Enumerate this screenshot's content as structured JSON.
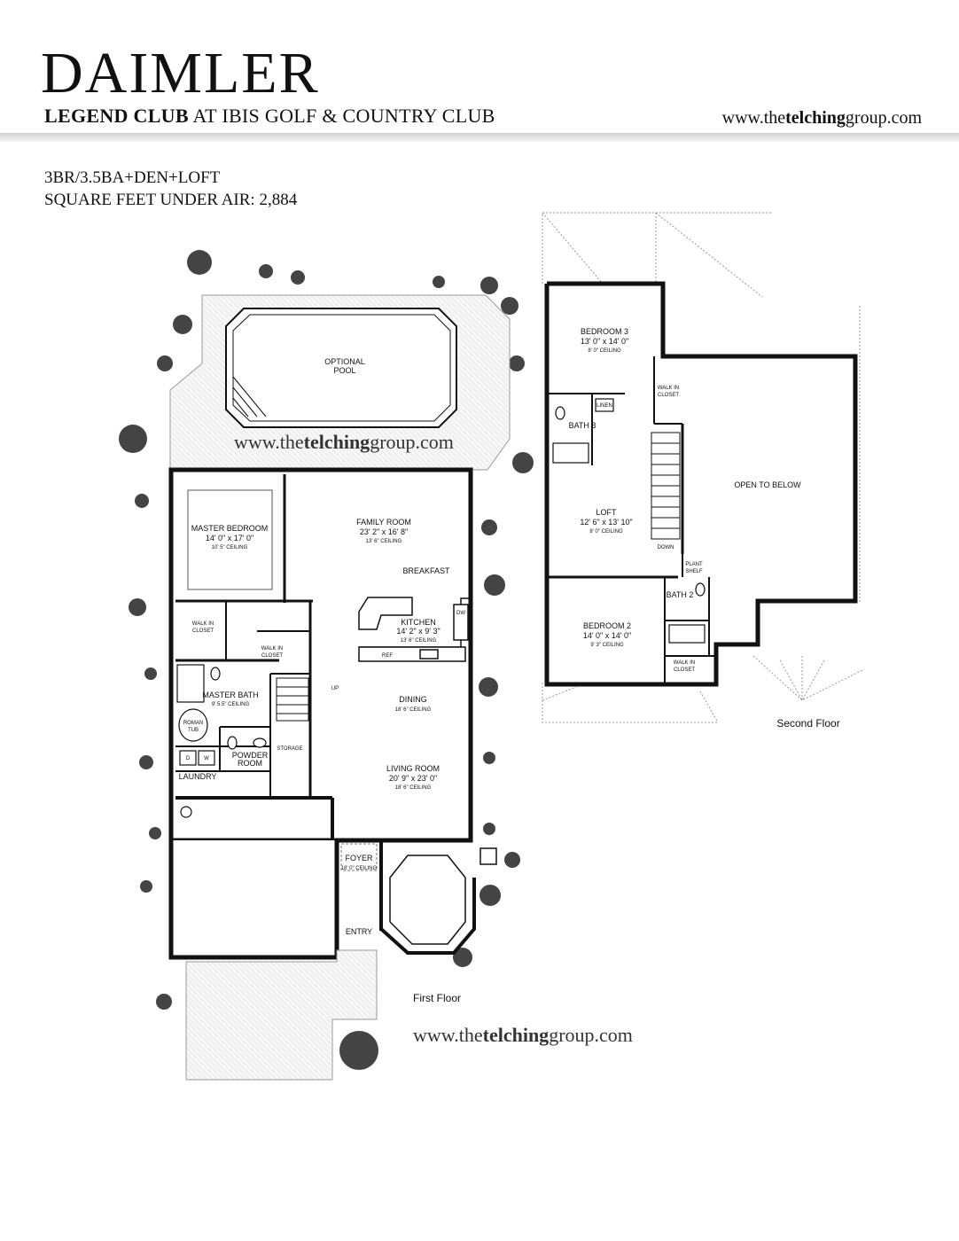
{
  "header": {
    "title": "DAIMLER",
    "subtitle_bold": "LEGEND CLUB",
    "subtitle_rest": "AT IBIS GOLF & COUNTRY CLUB",
    "site_prefix": "www.the",
    "site_bold": "telching",
    "site_suffix": "group.com"
  },
  "specs": {
    "line1": "3BR/3.5BA+DEN+LOFT",
    "line2": "SQUARE FEET UNDER AIR: 2,884"
  },
  "watermark": {
    "prefix": "www.the",
    "bold": "telching",
    "suffix": "group.com"
  },
  "first_floor": {
    "label": "First Floor",
    "pool": {
      "line1": "OPTIONAL",
      "line2": "POOL"
    },
    "family_room": {
      "name": "FAMILY ROOM",
      "dims": "23' 2\" x 16' 8\"",
      "ceiling": "13' 6\" CEILING"
    },
    "breakfast": "BREAKFAST",
    "master_bedroom": {
      "name": "MASTER BEDROOM",
      "dims": "14' 0\" x 17' 0\"",
      "ceiling": "10' 5\" CEILING"
    },
    "walkin_closet_1": {
      "line1": "WALK IN",
      "line2": "CLOSET"
    },
    "walkin_closet_2": {
      "line1": "WALK IN",
      "line2": "CLOSET"
    },
    "kitchen": {
      "name": "KITCHEN",
      "dims": "14' 2\" x 9' 3\"",
      "ceiling": "13' 6\" CEILING"
    },
    "dw": "DW",
    "ref": "REF",
    "up": "UP",
    "master_bath": {
      "name": "MASTER BATH",
      "ceiling": "9' 5.5\" CEILING"
    },
    "roman_tub": {
      "line1": "ROMAN",
      "line2": "TUB"
    },
    "dining": {
      "name": "DINING",
      "ceiling": "18' 6\" CEILING"
    },
    "storage": "STORAGE",
    "powder_room": {
      "line1": "POWDER",
      "line2": "ROOM"
    },
    "dryer": "D",
    "washer": "W",
    "laundry": "LAUNDRY",
    "living_room": {
      "name": "LIVING ROOM",
      "dims": "20' 9\" x 23' 0\"",
      "ceiling": "18' 6\" CEILING"
    },
    "foyer": {
      "name": "FOYER",
      "ceiling": "18' 0\" CEILING"
    },
    "entry": "ENTRY"
  },
  "second_floor": {
    "label": "Second Floor",
    "bedroom3": {
      "name": "BEDROOM 3",
      "dims": "13' 0\" x 14' 0\"",
      "ceiling": "8' 0\" CEILING"
    },
    "walkin_closet_a": {
      "line1": "WALK IN",
      "line2": "CLOSET"
    },
    "linen": "LINEN",
    "bath3": "BATH 3",
    "open_to_below": "OPEN TO BELOW",
    "loft": {
      "name": "LOFT",
      "dims": "12' 6\" x 13' 10\"",
      "ceiling": "8' 0\" CEILING"
    },
    "down": "DOWN",
    "plant_shelf": {
      "line1": "PLANT",
      "line2": "SHELF"
    },
    "bath2": "BATH 2",
    "bedroom2": {
      "name": "BEDROOM 2",
      "dims": "14' 0\" x 14' 0\"",
      "ceiling": "9' 3\" CEILING"
    },
    "walkin_closet_b": {
      "line1": "WALK IN",
      "line2": "CLOSET"
    }
  },
  "footer": {
    "prefix": "www.the",
    "bold": "telching",
    "suffix": "group.com"
  }
}
